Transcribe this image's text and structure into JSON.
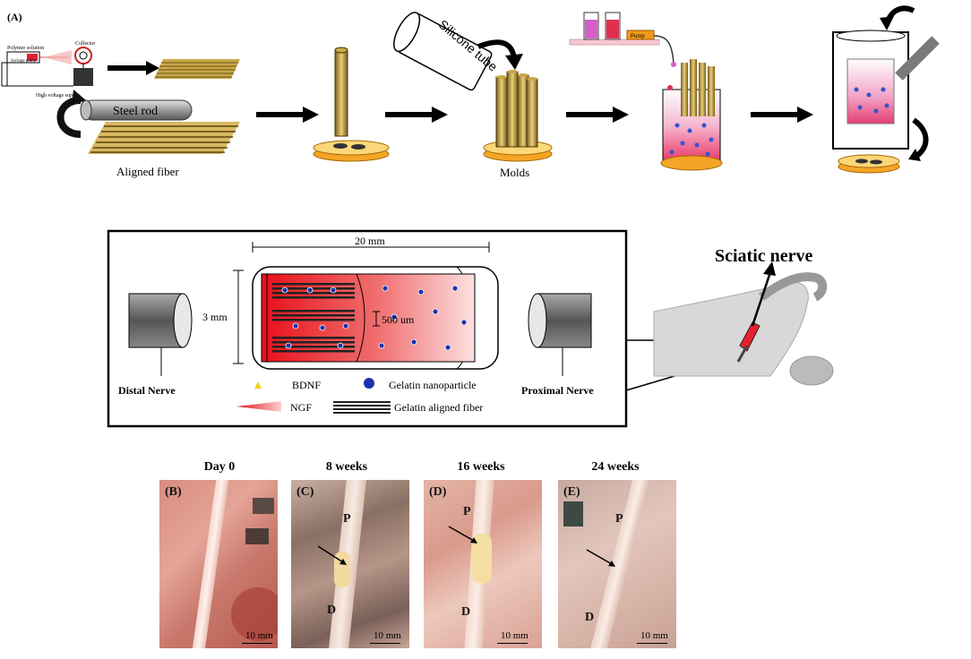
{
  "panel_a": {
    "label": "(A)",
    "fabrication": {
      "polymer_solution": "Polymer solution",
      "syringe_pump": "Syringe pump",
      "collector": "Collector",
      "high_voltage": "High voltage supply",
      "steel_rod": "Steel rod",
      "aligned_fiber": "Aligned fiber",
      "silicone_tube": "Silicone tube",
      "molds": "Molds",
      "pump": "Pump"
    },
    "conduit": {
      "length": "20 mm",
      "diameter": "3 mm",
      "inner": "500 um",
      "distal": "Distal Nerve",
      "proximal": "Proximal Nerve",
      "legend": {
        "bdnf": "BDNF",
        "gelatin_np": "Gelatin  nanoparticle",
        "ngf": "NGF",
        "fiber": "Gelatin  aligned fiber"
      },
      "sciatic": "Sciatic nerve"
    }
  },
  "photos": [
    {
      "title": "Day 0",
      "letter": "(B)",
      "scale": "10 mm",
      "p": "",
      "d": ""
    },
    {
      "title": "8 weeks",
      "letter": "(C)",
      "scale": "10 mm",
      "p": "P",
      "d": "D"
    },
    {
      "title": "16 weeks",
      "letter": "(D)",
      "scale": "10 mm",
      "p": "P",
      "d": "D"
    },
    {
      "title": "24 weeks",
      "letter": "(E)",
      "scale": "10 mm",
      "p": "P",
      "d": "D"
    }
  ]
}
